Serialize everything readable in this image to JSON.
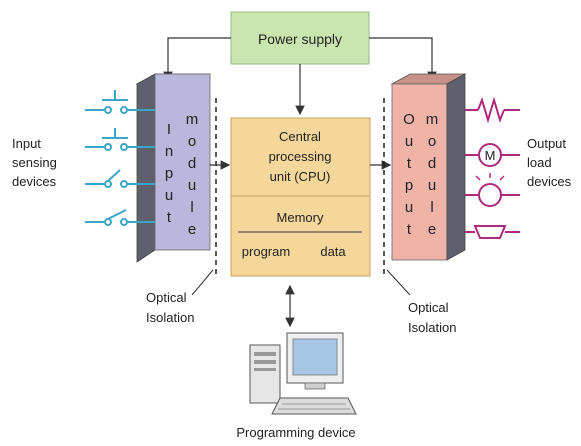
{
  "power_supply": "Power supply",
  "cpu": {
    "line1": "Central",
    "line2": "processing",
    "line3": "unit (CPU)",
    "memory": "Memory",
    "program": "program",
    "data": "data"
  },
  "input_module": {
    "letters_left": [
      "I",
      "n",
      "p",
      "u",
      "t"
    ],
    "letters_right": [
      "m",
      "o",
      "d",
      "u",
      "l",
      "e"
    ]
  },
  "output_module": {
    "letters_left": [
      "O",
      "u",
      "t",
      "p",
      "u",
      "t"
    ],
    "letters_right": [
      "m",
      "o",
      "d",
      "u",
      "l",
      "e"
    ]
  },
  "input_devices": {
    "line1": "Input",
    "line2": "sensing",
    "line3": "devices"
  },
  "output_devices": {
    "line1": "Output",
    "line2": "load",
    "line3": "devices"
  },
  "optical_left": {
    "line1": "Optical",
    "line2": "Isolation"
  },
  "optical_right": {
    "line1": "Optical",
    "line2": "Isolation"
  },
  "programming_device": "Programming device",
  "motor_symbol": "M",
  "colors": {
    "power_supply_fill": "#c9e6b0",
    "cpu_fill": "#f5d79b",
    "input_module_front": "#b9b7dc",
    "output_module_front": "#f0b3a8",
    "module_side": "#5f5f6e",
    "wire_blue": "#3aa6c7",
    "wire_magenta": "#b0287c",
    "line": "#333333"
  },
  "icons": [
    "pushbutton-switch-icon",
    "heater-icon",
    "motor-icon",
    "lamp-icon",
    "solenoid-icon",
    "computer-icon"
  ]
}
